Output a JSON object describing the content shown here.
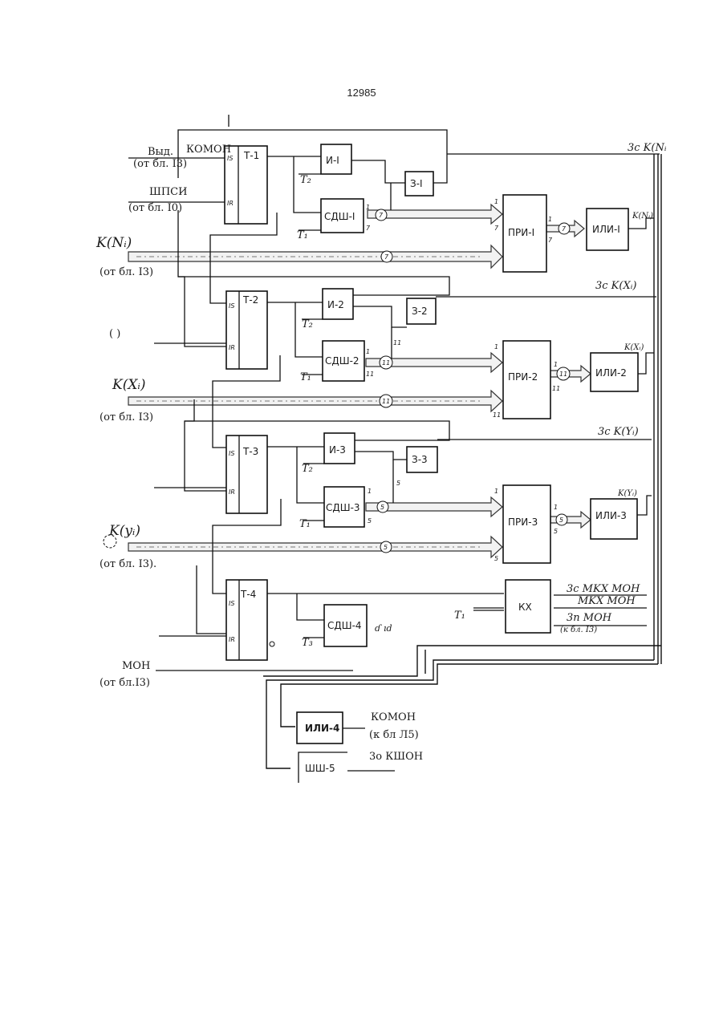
{
  "page_number": "12985",
  "triggers": [
    {
      "name": "Т-1",
      "pin_s": "IS",
      "pin_r": "IR"
    },
    {
      "name": "Т-2",
      "pin_s": "IS",
      "pin_r": "IR"
    },
    {
      "name": "Т-3",
      "pin_s": "IS",
      "pin_r": "IR"
    },
    {
      "name": "Т-4",
      "pin_s": "IS",
      "pin_r": "IR"
    }
  ],
  "and_blocks": [
    "И-I",
    "И-2",
    "И-3"
  ],
  "z_blocks": [
    "З-I",
    "З-2",
    "З-3"
  ],
  "shift_blocks": [
    "СДШ-I",
    "СДШ-2",
    "СДШ-3",
    "СДШ-4"
  ],
  "receivers": [
    "ПРИ-I",
    "ПРИ-2",
    "ПРИ-3"
  ],
  "or_blocks": [
    "ИЛИ-I",
    "ИЛИ-2",
    "ИЛИ-3",
    "ИЛИ-4"
  ],
  "kx_block": "КХ",
  "shsh_block": "ШШ-5",
  "clock_labels": [
    "T₂",
    "T₁",
    "T₂",
    "T₁",
    "T₂",
    "T₁",
    "T₃",
    "T₁"
  ],
  "bus_widths": {
    "first": "7",
    "second": "11",
    "third": "5"
  },
  "pin_one": "1",
  "inputs": {
    "vyd_line1": "Выд.",
    "vyd_line2": "(от бл. I3)",
    "komon": "КОМОН",
    "ipsi_line1": "ШПСИ",
    "ipsi_line2": "(от бл. I0)",
    "k_ni": "K(Nᵢ)",
    "k_ni_src": "(от бл. I3)",
    "paren": "( )",
    "k_xi": "K(Xᵢ)",
    "k_xi_src": "(от бл. I3)",
    "k_yi": "K(yᵢ)",
    "k_yi_src": "(от бл. I3).",
    "mon": "МОН",
    "mon_src": "(от бл.I3)"
  },
  "outputs": {
    "zc_k_ni": "3c K(Nᵢ",
    "k_ni_out": "K(Nᵢ)",
    "zc_k_xi": "3c K(Xᵢ)",
    "k_xi_out": "K(Xᵢ)",
    "zc_k_yi": "3c K(Yᵢ)",
    "k_yi_out": "K(Yᵢ)",
    "zc_mkx_mon": "3c MKX MOH",
    "mkx_mon": "MKX MOH",
    "zn_mon": "3n MOH",
    "zn_mon_src": "(к бл. I3)",
    "komon_out": "КОМОН",
    "komon_out_dest": "(к бл Л5)",
    "zo_kshon": "3о КШОН",
    "snd": "ɗ ıd"
  }
}
